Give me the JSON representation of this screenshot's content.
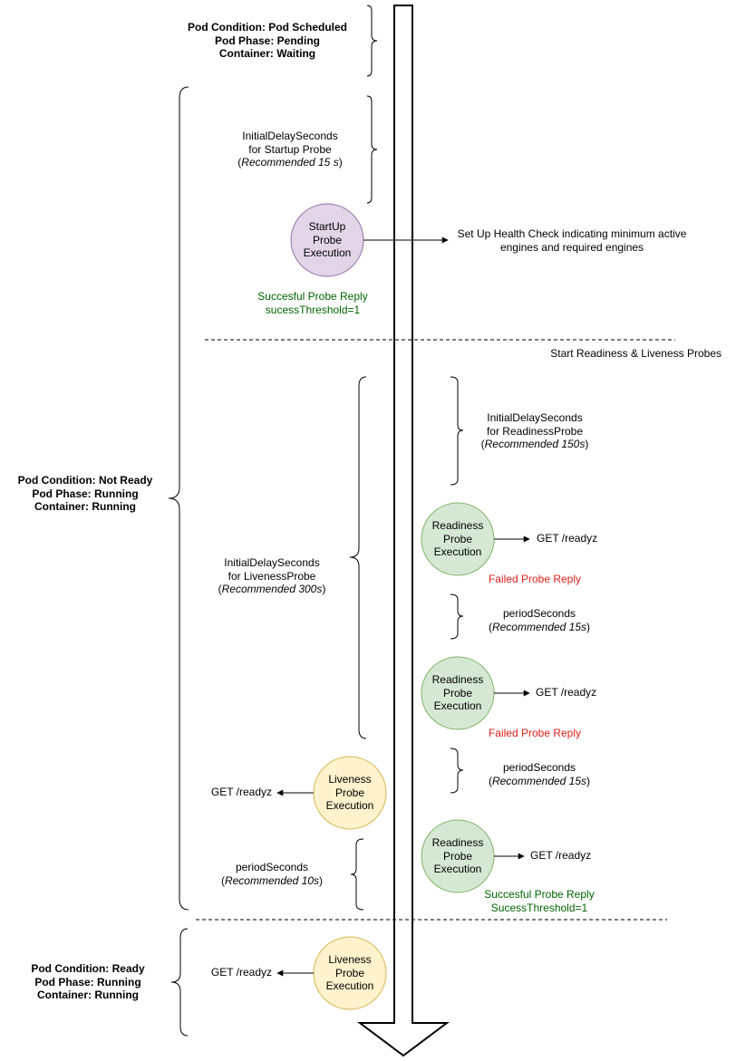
{
  "phases": {
    "scheduled": {
      "condition": "Pod Condition: Pod Scheduled",
      "phase": "Pod Phase: Pending",
      "container": "Container: Waiting"
    },
    "not_ready": {
      "condition": "Pod Condition: Not Ready",
      "phase": "Pod Phase: Running",
      "container": "Container: Running"
    },
    "ready": {
      "condition": "Pod Condition: Ready",
      "phase": "Pod Phase: Running",
      "container": "Container: Running"
    }
  },
  "startup": {
    "delay": {
      "line1": "InitialDelaySeconds",
      "line2": "for Startup Probe",
      "rec_open": "(",
      "rec": "Recommended 15 s",
      "rec_close": ")"
    },
    "probe": {
      "line1": "StartUp",
      "line2": "Probe",
      "line3": "Execution"
    },
    "health_check": {
      "line1": "Set Up Health Check indicating minimum active",
      "line2": "engines and required engines"
    },
    "success": {
      "line1": "Succesful Probe Reply",
      "line2": "sucessThreshold=1"
    }
  },
  "start_probes_label": "Start Readiness & Liveness Probes",
  "readiness": {
    "delay": {
      "line1": "InitialDelaySeconds",
      "line2": "for ReadinessProbe",
      "rec_open": "(",
      "rec": "Recommended 150s",
      "rec_close": ")"
    },
    "probe": {
      "line1": "Readiness",
      "line2": "Probe",
      "line3": "Execution"
    },
    "request": "GET /readyz",
    "failed": "Failed Probe Reply",
    "period": {
      "line1": "periodSeconds",
      "rec_open": "(",
      "rec": "Recommended 15s",
      "rec_close": ")"
    },
    "success": {
      "line1": "Succesful Probe Reply",
      "line2": "SucessThreshold=1"
    }
  },
  "liveness": {
    "delay": {
      "line1": "InitialDelaySeconds",
      "line2": "for LivenessProbe",
      "rec_open": "(",
      "rec": "Recommended 300s",
      "rec_close": ")"
    },
    "probe": {
      "line1": "Liveness",
      "line2": "Probe",
      "line3": "Execution"
    },
    "request": "GET /readyz",
    "period": {
      "line1": "periodSeconds",
      "rec_open": "(",
      "rec": "Recommended 10s",
      "rec_close": ")"
    }
  },
  "colors": {
    "startup_fill": "#e1d5e7",
    "startup_stroke": "#9673a6",
    "readiness_fill": "#d5e8d4",
    "readiness_stroke": "#82b366",
    "liveness_fill": "#fff2cc",
    "liveness_stroke": "#d6b656",
    "success_text": "#006600",
    "failed_text": "#e0201b"
  }
}
